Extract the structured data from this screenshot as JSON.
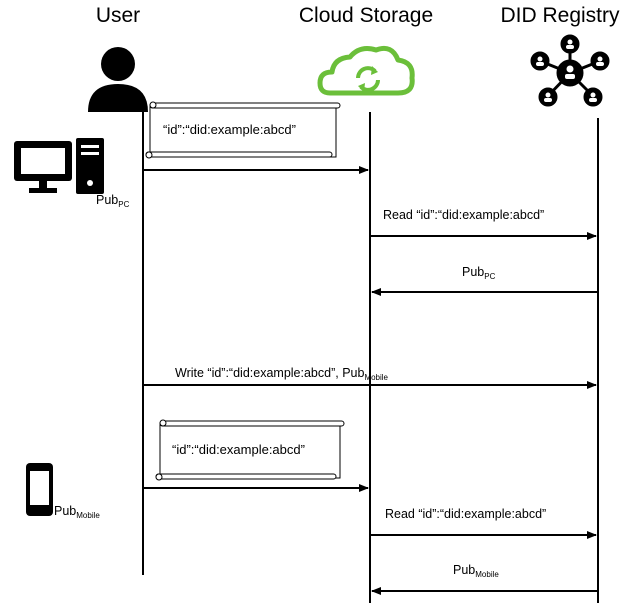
{
  "actors": [
    {
      "name": "User"
    },
    {
      "name": "Cloud Storage"
    },
    {
      "name": "DID Registry"
    }
  ],
  "documents": [
    {
      "text": "“id”:“did:example:abcd”"
    },
    {
      "text": "“id”:“did:example:abcd”"
    }
  ],
  "devices": [
    {
      "icon": "desktop-pc-icon",
      "key_base": "Pub",
      "key_sub": "PC"
    },
    {
      "icon": "mobile-phone-icon",
      "key_base": "Pub",
      "key_sub": "Mobile"
    }
  ],
  "messages": [
    {
      "label": "",
      "label_sub": ""
    },
    {
      "label": "Read “id”:“did:example:abcd”",
      "label_sub": ""
    },
    {
      "label": "Pub",
      "label_sub": "PC"
    },
    {
      "label": "Write “id”:“did:example:abcd”, Pub",
      "label_sub": "Mobile"
    },
    {
      "label": "",
      "label_sub": ""
    },
    {
      "label": "Read “id”:“did:example:abcd”",
      "label_sub": ""
    },
    {
      "label": "Pub",
      "label_sub": "Mobile"
    }
  ],
  "icons": {
    "user": "person-icon",
    "storage": "cloud-sync-icon",
    "registry": "network-hub-icon"
  },
  "colors": {
    "cloud": "#6bbf3a",
    "line": "#000000"
  }
}
